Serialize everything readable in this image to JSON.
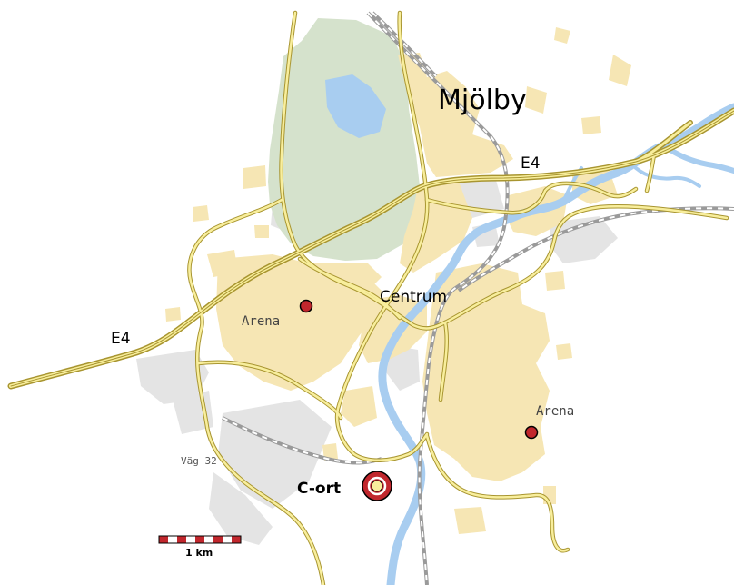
{
  "labels": {
    "town": "Mjölby",
    "e4_top": "E4",
    "e4_left": "E4",
    "centrum": "Centrum",
    "arena_west": "Arena",
    "arena_east": "Arena",
    "vag32": "Väg 32",
    "cort": "C-ort",
    "scale": "1 km"
  },
  "colors": {
    "urban": "#f6e6b4",
    "industrial": "#e4e4e4",
    "forest": "#d5e2cc",
    "water": "#a8cdf0",
    "road_fill": "#f8ee9c",
    "road_edge": "#a89530",
    "railway": "#9a9a9a",
    "marker": "#c1272d"
  },
  "icons": {
    "arena": "red-dot-icon",
    "cort": "target-ring-icon"
  }
}
